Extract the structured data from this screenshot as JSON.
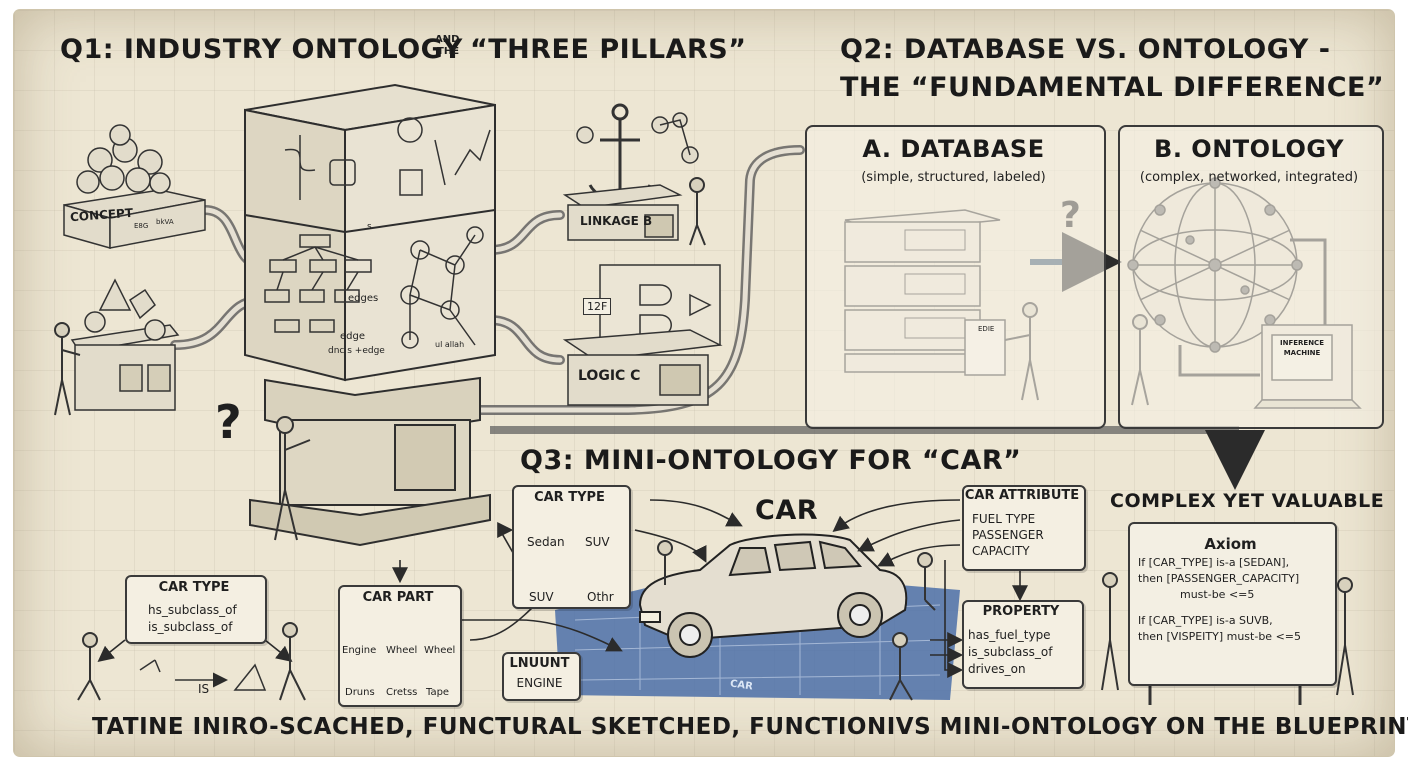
{
  "q1": {
    "title": "Q1: INDUSTRY ONTOLOGY",
    "connector_top": "AND",
    "connector_bottom": "THE",
    "pillars": "“THREE PILLARS”"
  },
  "q2": {
    "title_line1": "Q2: DATABASE VS. ONTOLOGY -",
    "title_line2": "THE “FUNDAMENTAL DIFFERENCE”"
  },
  "q3": {
    "title": "Q3: MINI-ONTOLOGY FOR “CAR”"
  },
  "pillar_blocks": {
    "concept": "CONCEPT",
    "concept_tags": [
      "E8G",
      "bkVA"
    ],
    "linkage": "LINKAGE B",
    "logic": "LOGIC C",
    "logic_chip": "12F",
    "tower_edges": "edges",
    "tower_edge": "edge",
    "tower_edge2": "dnc s +edge",
    "tower_tag": "s",
    "tower_small": "ul allah"
  },
  "question_marks": [
    "?",
    "?"
  ],
  "database": {
    "title": "A. DATABASE",
    "subtitle": "(simple, structured, labeled)",
    "doc_label": "EDIE"
  },
  "ontology": {
    "title": "B. ONTOLOGY",
    "subtitle": "(complex, networked, integrated)",
    "machine": "INFERENCE MACHINE"
  },
  "car_center": "CAR",
  "car_type_top": {
    "title": "CAR TYPE",
    "items": [
      "Sedan",
      "SUV",
      "SUV",
      "Othr"
    ]
  },
  "car_attribute": {
    "title": "CAR ATTRIBUTE",
    "items": [
      "FUEL TYPE",
      "PASSENGER",
      "CAPACITY"
    ]
  },
  "car_type_left": {
    "title": "CAR TYPE",
    "items": [
      "hs_subclass_of",
      "is_subclass_of"
    ]
  },
  "car_part": {
    "title": "CAR PART",
    "items": [
      "Engine",
      "Wheel",
      "Wheel",
      "Druns",
      "Cretss",
      "Tape"
    ]
  },
  "engine_box": {
    "line1": "LNUUNT",
    "line2": "ENGINE"
  },
  "property": {
    "title": "PROPERTY",
    "items": [
      "has_fuel_type",
      "is_subclass_of",
      "drives_on"
    ]
  },
  "sketch_label": "IS",
  "blueprint_label": "CAR",
  "complex_label": "COMPLEX YET VALUABLE",
  "axiom": {
    "title": "Axiom",
    "lines": [
      "If [CAR_TYPE] is-a [SEDAN],",
      "then [PASSENGER_CAPACITY]",
      "must-be <=5",
      "If [CAR_TYPE] is-a SUVB,",
      "then [VISPEITY] must-be <=5"
    ]
  },
  "footer": "TATINE INIRO-SCACHED, FUNCTURAL SKETCHED, FUNCTIONIVS MINI-ONTOLOGY ON THE BLUEPRINT"
}
